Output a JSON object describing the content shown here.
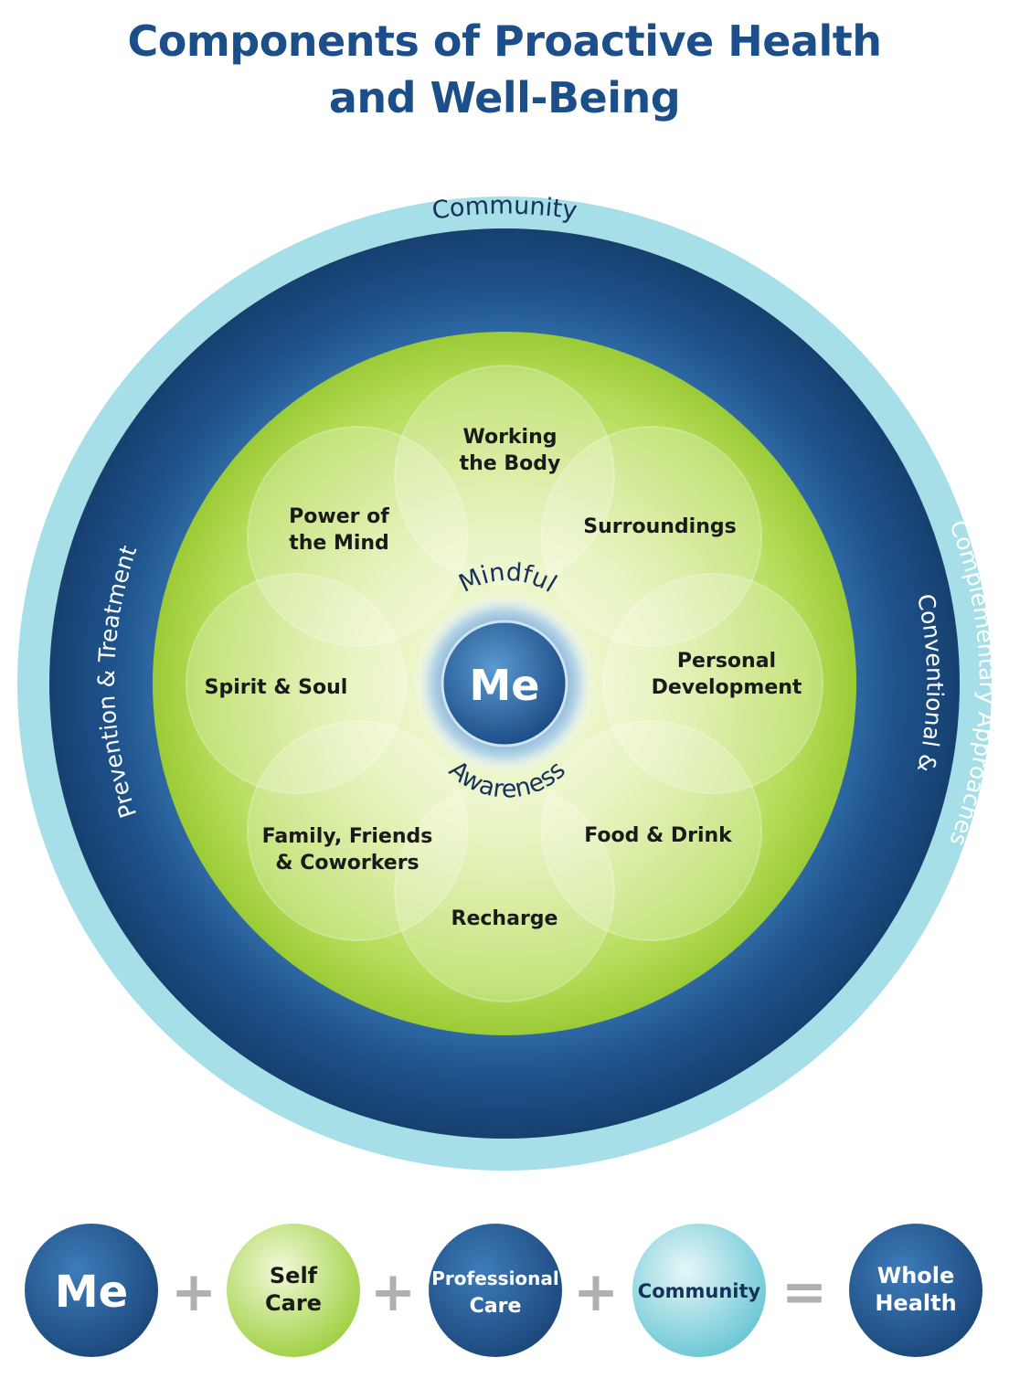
{
  "title": {
    "line1": "Components of Proactive Health",
    "line2": "and Well-Being"
  },
  "rings": {
    "outer": "Community",
    "left": "Prevention & Treatment",
    "right_line1": "Conventional &",
    "right_line2": "Complementary Approaches"
  },
  "center": {
    "top_arc": "Mindful",
    "bottom_arc": "Awareness",
    "core": "Me"
  },
  "segments": [
    {
      "line1": "Working",
      "line2": "the Body"
    },
    {
      "line1": "Surroundings",
      "line2": ""
    },
    {
      "line1": "Personal",
      "line2": "Development"
    },
    {
      "line1": "Food & Drink",
      "line2": ""
    },
    {
      "line1": "Recharge",
      "line2": ""
    },
    {
      "line1": "Family, Friends",
      "line2": "& Coworkers"
    },
    {
      "line1": "Spirit & Soul",
      "line2": ""
    },
    {
      "line1": "Power of",
      "line2": "the Mind"
    }
  ],
  "equation": {
    "terms": [
      {
        "line1": "Me",
        "line2": ""
      },
      {
        "line1": "Self",
        "line2": "Care"
      },
      {
        "line1": "Professional",
        "line2": "Care"
      },
      {
        "line1": "Community",
        "line2": ""
      },
      {
        "line1": "Whole",
        "line2": "Health"
      }
    ],
    "operators": [
      "+",
      "+",
      "+",
      "="
    ]
  },
  "colors": {
    "title": "#1c4f8a",
    "navy": "#1d4f86",
    "light_blue": "#a9e0e8",
    "green": "#9bcf3c",
    "pale_green": "#eef6cc",
    "operator": "#b0b0b0"
  }
}
